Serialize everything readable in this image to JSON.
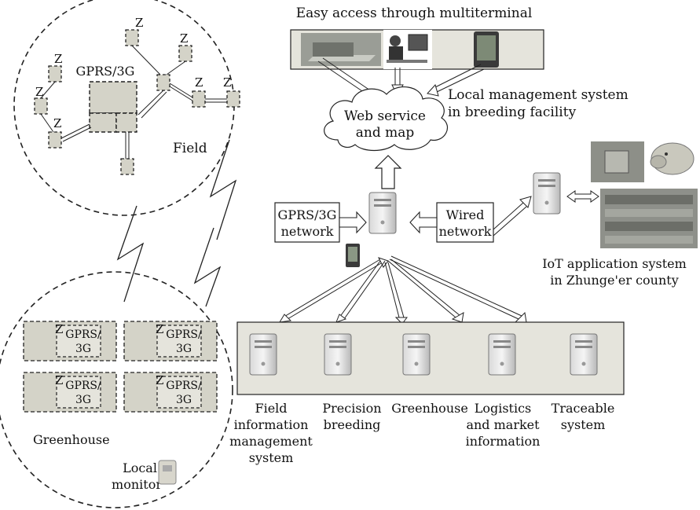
{
  "top": {
    "access_title": "Easy access through multiterminal",
    "local_mgmt": [
      "Local management system",
      "in breeding facility"
    ],
    "web_service": [
      "Web service",
      "and map"
    ]
  },
  "field": {
    "gprs_label": "GPRS/3G",
    "area_label": "Field",
    "node_label": "Z"
  },
  "center": {
    "gprs_network": [
      "GPRS/3G",
      "network"
    ],
    "wired_network": [
      "Wired",
      "network"
    ]
  },
  "iot": {
    "caption": [
      "IoT application system",
      "in Zhunge'er county"
    ]
  },
  "greenhouse": {
    "cell_label": [
      "GPRS/",
      "3G"
    ],
    "node_label": "Z",
    "area_label": "Greenhouse",
    "local_monitor": [
      "Local",
      "monitor"
    ]
  },
  "systems": [
    {
      "lines": [
        "Field",
        "information",
        "management",
        "system"
      ]
    },
    {
      "lines": [
        "Precision",
        "breeding"
      ]
    },
    {
      "lines": [
        "Greenhouse"
      ]
    },
    {
      "lines": [
        "Logistics",
        "and market",
        "information"
      ]
    },
    {
      "lines": [
        "Traceable",
        "system"
      ]
    }
  ],
  "colors": {
    "box_fill": "#e5e4dc",
    "device_fill": "#d4d3c8",
    "stroke": "#222222"
  }
}
